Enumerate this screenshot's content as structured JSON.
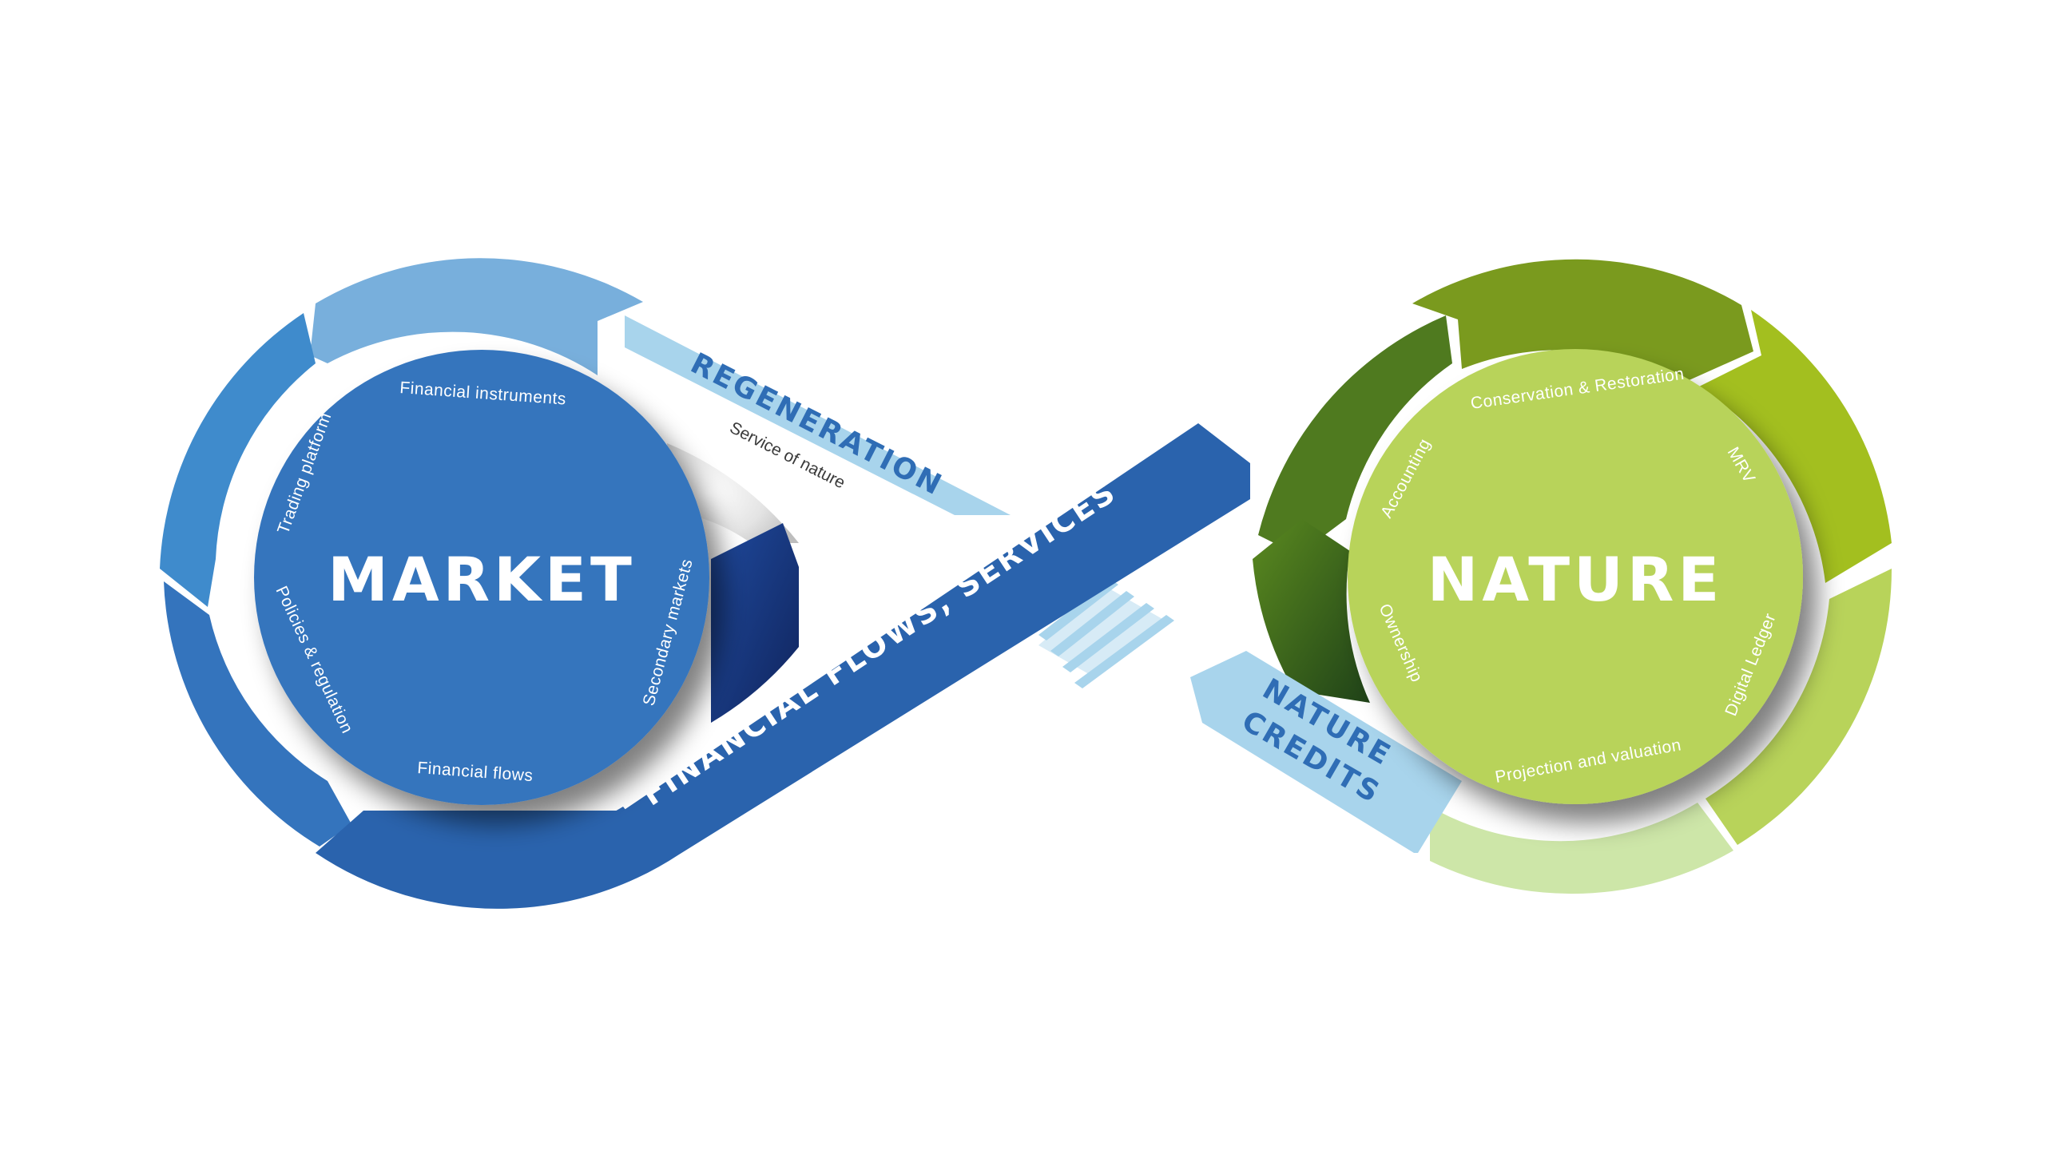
{
  "market": {
    "title": "MARKET",
    "labels": {
      "financial_instruments": "Financial instruments",
      "trading_platform": "Trading platform",
      "policies_regulation": "Policies & regulation",
      "financial_flows": "Financial flows",
      "secondary_markets": "Secondary markets"
    }
  },
  "nature": {
    "title": "NATURE",
    "labels": {
      "conservation_restoration": "Conservation & Restoration",
      "accounting": "Accounting",
      "mrv": "MRV",
      "ownership": "Ownership",
      "digital_ledger": "Digital Ledger",
      "projection_valuation": "Projection and valuation"
    }
  },
  "bands": {
    "regeneration": "REGENERATION",
    "service_of_nature": "Service of nature",
    "financial_flows_services": "FINANCIAL FLOWS, SERVICES",
    "nature_credits_line1": "NATURE",
    "nature_credits_line2": "CREDITS"
  },
  "colors": {
    "market_main": "#3474bd",
    "market_ring_light": "#78afdc",
    "market_ring_mid": "#3f8bcc",
    "market_ring_deep": "#2a63ad",
    "market_navy": "#1d3f8f",
    "nature_main": "#b8d35a",
    "nature_ring_olive": "#7a9a1e",
    "nature_ring_lime": "#a3bf1f",
    "nature_ring_pale": "#cde6a8",
    "nature_ring_dark": "#4f7a1f",
    "band_light_blue": "#a8d4ec",
    "band_text_blue": "#2f6db5"
  }
}
